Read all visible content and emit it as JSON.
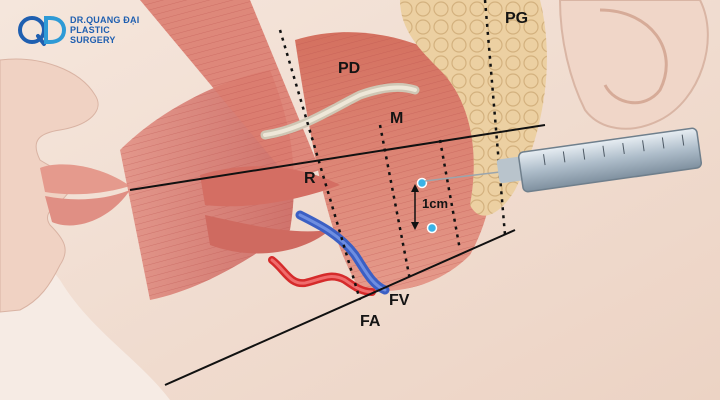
{
  "brand": {
    "logo_mark": "QD",
    "line1": "DR.QUANG ĐẠI",
    "line2": "PLASTIC",
    "line3": "SURGERY",
    "color": "#1f5fb0"
  },
  "labels": {
    "pd": "PD",
    "m": "M",
    "r": "R",
    "pg": "PG",
    "fa": "FA",
    "fv": "FV",
    "measure": "1cm"
  },
  "colors": {
    "skin": "#f1d9cb",
    "muscle": "#d9786c",
    "gland": "#e9c99a",
    "artery": "#d52b2b",
    "vein": "#3b5fc4",
    "syringe": "#c9d3dc"
  },
  "icons": {
    "injection": "syringe-icon",
    "logo": "qd-logo-icon"
  }
}
